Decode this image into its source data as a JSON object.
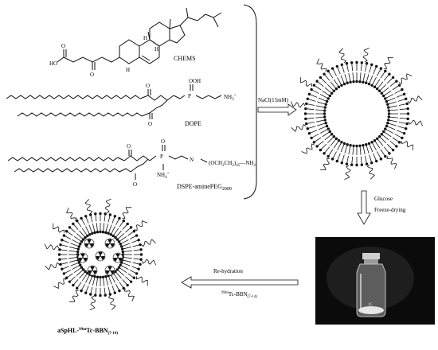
{
  "labels": {
    "chems": "CHEMS",
    "dope": "DOPE",
    "dspe_peg": "DSPE-aminePEG",
    "dspe_peg_sub": "2000",
    "nacl": "NaCl(15mM)",
    "glucose": "Glucose",
    "freeze": "Freeze-drying",
    "rehydration": "Re-hydration",
    "tc_bbn_sup": "99m",
    "tc_bbn_main": "Tc-BBN",
    "tc_bbn_sub": "(7-14)",
    "product_prefix": "aSpHL-",
    "product_sup": "99m",
    "product_main": "Tc-BBN",
    "product_sub": "(7-14)",
    "vial_label": "1C"
  },
  "molecule_text": {
    "h": "H",
    "ho": "HO",
    "o": "O",
    "p": "P",
    "nh3": "NH",
    "nh3_sup": "+",
    "nh3_sub": "3",
    "peg": "(OCH",
    "peg2": "CH",
    "peg_sub": "2",
    "peg_n": "45",
    "nh2": "NH",
    "nh2_sub": "2",
    "oh": "OH",
    "nh4": "NH",
    "nh4_sub": "4",
    "nh4_sup": "+",
    "n": "N"
  },
  "colors": {
    "ink": "#111111",
    "vial_bg": "#0b0b0b",
    "arrow_fill": "#ffffff"
  }
}
